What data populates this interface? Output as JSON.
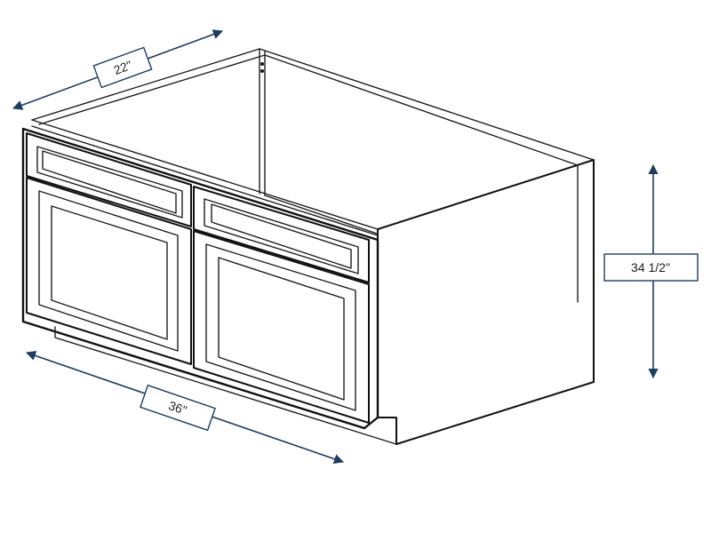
{
  "dimensions": {
    "depth": "22\"",
    "width": "36\"",
    "height": "34 1/2\""
  },
  "colors": {
    "dimension_line": "#1f3d5c",
    "outline": "#111111",
    "background": "#ffffff"
  }
}
